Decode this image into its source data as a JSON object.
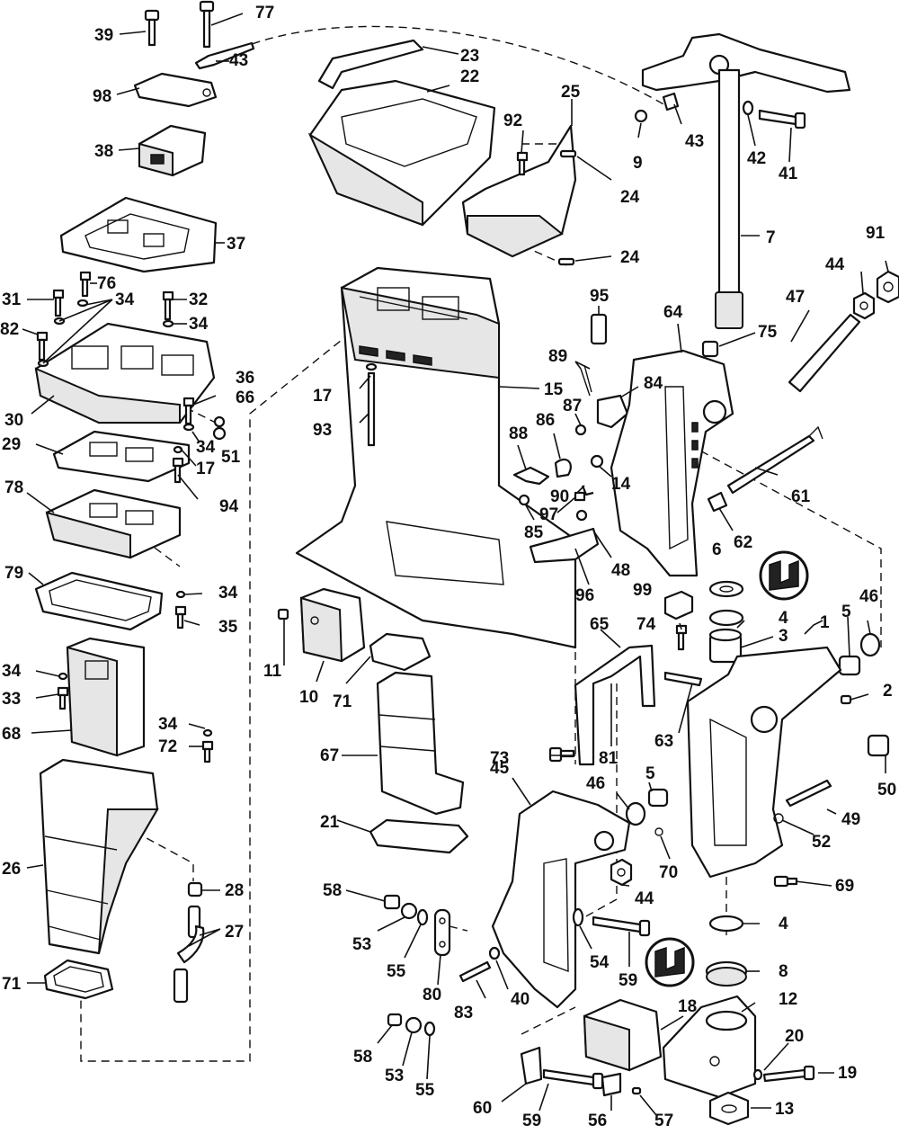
{
  "labels": [
    {
      "id": "p39",
      "text": "39"
    },
    {
      "id": "p77",
      "text": "77"
    },
    {
      "id": "p43a",
      "text": "43"
    },
    {
      "id": "p98",
      "text": "98"
    },
    {
      "id": "p38",
      "text": "38"
    },
    {
      "id": "p37",
      "text": "37"
    },
    {
      "id": "p31",
      "text": "31"
    },
    {
      "id": "p76",
      "text": "76"
    },
    {
      "id": "p34a",
      "text": "34"
    },
    {
      "id": "p32",
      "text": "32"
    },
    {
      "id": "p34b",
      "text": "34"
    },
    {
      "id": "p82",
      "text": "82"
    },
    {
      "id": "p36",
      "text": "36"
    },
    {
      "id": "p66",
      "text": "66"
    },
    {
      "id": "p30",
      "text": "30"
    },
    {
      "id": "p34c",
      "text": "34"
    },
    {
      "id": "p51",
      "text": "51"
    },
    {
      "id": "p29",
      "text": "29"
    },
    {
      "id": "p17a",
      "text": "17"
    },
    {
      "id": "p94",
      "text": "94"
    },
    {
      "id": "p78",
      "text": "78"
    },
    {
      "id": "p79",
      "text": "79"
    },
    {
      "id": "p34d",
      "text": "34"
    },
    {
      "id": "p35",
      "text": "35"
    },
    {
      "id": "p34e",
      "text": "34"
    },
    {
      "id": "p33",
      "text": "33"
    },
    {
      "id": "p68",
      "text": "68"
    },
    {
      "id": "p34f",
      "text": "34"
    },
    {
      "id": "p72",
      "text": "72"
    },
    {
      "id": "p26",
      "text": "26"
    },
    {
      "id": "p28",
      "text": "28"
    },
    {
      "id": "p27",
      "text": "27"
    },
    {
      "id": "p71a",
      "text": "71"
    },
    {
      "id": "p23",
      "text": "23"
    },
    {
      "id": "p22",
      "text": "22"
    },
    {
      "id": "p25",
      "text": "25"
    },
    {
      "id": "p92",
      "text": "92"
    },
    {
      "id": "p24a",
      "text": "24"
    },
    {
      "id": "p24b",
      "text": "24"
    },
    {
      "id": "p43b",
      "text": "43"
    },
    {
      "id": "p9",
      "text": "9"
    },
    {
      "id": "p42",
      "text": "42"
    },
    {
      "id": "p41",
      "text": "41"
    },
    {
      "id": "p7",
      "text": "7"
    },
    {
      "id": "p91",
      "text": "91"
    },
    {
      "id": "p44a",
      "text": "44"
    },
    {
      "id": "p47",
      "text": "47"
    },
    {
      "id": "p64",
      "text": "64"
    },
    {
      "id": "p75",
      "text": "75"
    },
    {
      "id": "p95",
      "text": "95"
    },
    {
      "id": "p89",
      "text": "89"
    },
    {
      "id": "p84",
      "text": "84"
    },
    {
      "id": "p87",
      "text": "87"
    },
    {
      "id": "p86",
      "text": "86"
    },
    {
      "id": "p88",
      "text": "88"
    },
    {
      "id": "p14",
      "text": "14"
    },
    {
      "id": "p90",
      "text": "90"
    },
    {
      "id": "p97",
      "text": "97"
    },
    {
      "id": "p85",
      "text": "85"
    },
    {
      "id": "p15",
      "text": "15"
    },
    {
      "id": "p17b",
      "text": "17"
    },
    {
      "id": "p93",
      "text": "93"
    },
    {
      "id": "p61",
      "text": "61"
    },
    {
      "id": "p62",
      "text": "62"
    },
    {
      "id": "p48",
      "text": "48"
    },
    {
      "id": "p96",
      "text": "96"
    },
    {
      "id": "p6",
      "text": "6"
    },
    {
      "id": "p99",
      "text": "99"
    },
    {
      "id": "p46a",
      "text": "46"
    },
    {
      "id": "p5a",
      "text": "5"
    },
    {
      "id": "p4a",
      "text": "4"
    },
    {
      "id": "p1",
      "text": "1"
    },
    {
      "id": "p3",
      "text": "3"
    },
    {
      "id": "p74",
      "text": "74"
    },
    {
      "id": "p65",
      "text": "65"
    },
    {
      "id": "p2",
      "text": "2"
    },
    {
      "id": "p11",
      "text": "11"
    },
    {
      "id": "p10",
      "text": "10"
    },
    {
      "id": "p71b",
      "text": "71"
    },
    {
      "id": "p73",
      "text": "73"
    },
    {
      "id": "p81",
      "text": "81"
    },
    {
      "id": "p63",
      "text": "63"
    },
    {
      "id": "p50",
      "text": "50"
    },
    {
      "id": "p67",
      "text": "67"
    },
    {
      "id": "p45",
      "text": "45"
    },
    {
      "id": "p46b",
      "text": "46"
    },
    {
      "id": "p5b",
      "text": "5"
    },
    {
      "id": "p49",
      "text": "49"
    },
    {
      "id": "p52",
      "text": "52"
    },
    {
      "id": "p21",
      "text": "21"
    },
    {
      "id": "p70",
      "text": "70"
    },
    {
      "id": "p44b",
      "text": "44"
    },
    {
      "id": "p69",
      "text": "69"
    },
    {
      "id": "p58a",
      "text": "58"
    },
    {
      "id": "p53a",
      "text": "53"
    },
    {
      "id": "p55a",
      "text": "55"
    },
    {
      "id": "p80",
      "text": "80"
    },
    {
      "id": "p54",
      "text": "54"
    },
    {
      "id": "p59a",
      "text": "59"
    },
    {
      "id": "p4b",
      "text": "4"
    },
    {
      "id": "p8",
      "text": "8"
    },
    {
      "id": "p83",
      "text": "83"
    },
    {
      "id": "p40",
      "text": "40"
    },
    {
      "id": "p18",
      "text": "18"
    },
    {
      "id": "p12",
      "text": "12"
    },
    {
      "id": "p20",
      "text": "20"
    },
    {
      "id": "p58b",
      "text": "58"
    },
    {
      "id": "p53b",
      "text": "53"
    },
    {
      "id": "p55b",
      "text": "55"
    },
    {
      "id": "p19",
      "text": "19"
    },
    {
      "id": "p60",
      "text": "60"
    },
    {
      "id": "p59b",
      "text": "59"
    },
    {
      "id": "p56",
      "text": "56"
    },
    {
      "id": "p57",
      "text": "57"
    },
    {
      "id": "p13",
      "text": "13"
    }
  ],
  "icons": [
    "sealant-icon-a",
    "sealant-icon-b"
  ]
}
